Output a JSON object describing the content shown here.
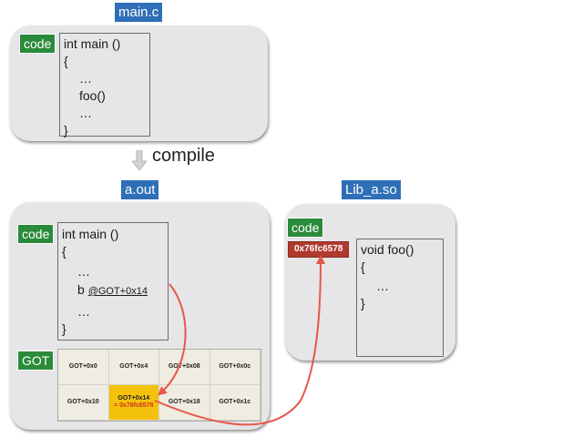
{
  "main_c": {
    "title": "main.c",
    "code_tag": "code",
    "lines": [
      "int main ()",
      "{",
      "…",
      "foo()",
      "…",
      "}"
    ]
  },
  "compile": {
    "label": "compile"
  },
  "a_out": {
    "title": "a.out",
    "code_tag": "code",
    "lines": {
      "l1": "int main ()",
      "l2": "{",
      "l3": "…",
      "l4_op": "b",
      "l4_ref": "@GOT+0x14",
      "l5": "…",
      "l6": "}"
    },
    "got_tag": "GOT",
    "got_cells": [
      {
        "label": "GOT+0x0"
      },
      {
        "label": "GOT+0x4"
      },
      {
        "label": "GOT+0x08"
      },
      {
        "label": "GOT+0x0c"
      },
      {
        "label": "GOT+0x10"
      },
      {
        "label": "GOT+0x14",
        "value": "= 0x76fc6578",
        "highlight": true
      },
      {
        "label": "GOT+0x18"
      },
      {
        "label": "GOT+0x1c"
      }
    ]
  },
  "lib_a_so": {
    "title": "Lib_a.so",
    "code_tag": "code",
    "address": "0x76fc6578",
    "lines": [
      "void foo()",
      "{",
      "…",
      "}"
    ]
  },
  "colors": {
    "panel": "#e6e6e8",
    "title_tag": "#2e6fb7",
    "code_tag": "#2a8b3b",
    "address_tag": "#b03a2e",
    "highlight": "#f4c20d",
    "arrow": "#e8564a"
  }
}
